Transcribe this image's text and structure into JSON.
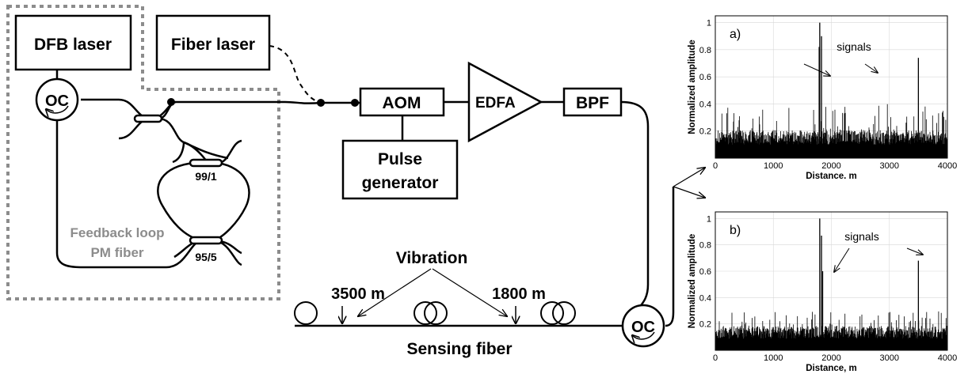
{
  "labels": {
    "dfb_laser": "DFB laser",
    "fiber_laser": "Fiber laser",
    "oc": "OC",
    "aom": "AOM",
    "edfa": "EDFA",
    "bpf": "BPF",
    "pulse_generator_line1": "Pulse",
    "pulse_generator_line2": "generator",
    "coupler_99_1": "99/1",
    "coupler_95_5": "95/5",
    "feedback_line1": "Feedback loop",
    "feedback_line2": "PM fiber",
    "vibration": "Vibration",
    "pos_3500": "3500 m",
    "pos_1800": "1800 m",
    "sensing_fiber": "Sensing  fiber"
  },
  "colors": {
    "line": "#000000",
    "dashed_box": "#8c8c8c",
    "feedback_text": "#8c8c8c",
    "grid": "#d8d8d8"
  },
  "chart_data": [
    {
      "type": "bar",
      "panel_label": "a)",
      "annotation": "signals",
      "xlabel": "Distance. m",
      "ylabel": "Normalized amplitude",
      "xlim": [
        0,
        4000
      ],
      "ylim": [
        0,
        1.05
      ],
      "xticks": [
        0,
        1000,
        2000,
        3000,
        4000
      ],
      "yticks": [
        0.2,
        0.4,
        0.6,
        0.8,
        1
      ],
      "grid": true,
      "noise_floor": 0.18,
      "noise_peak": 0.4,
      "peaks": [
        {
          "x": 1800,
          "y": 1.0
        },
        {
          "x": 1830,
          "y": 0.9
        },
        {
          "x": 1790,
          "y": 0.82
        },
        {
          "x": 3500,
          "y": 0.74
        }
      ]
    },
    {
      "type": "bar",
      "panel_label": "b)",
      "annotation": "signals",
      "xlabel": "Distance, m",
      "ylabel": "Normalized amplitude",
      "xlim": [
        0,
        4000
      ],
      "ylim": [
        0,
        1.05
      ],
      "xticks": [
        0,
        1000,
        2000,
        3000,
        4000
      ],
      "yticks": [
        0.2,
        0.4,
        0.6,
        0.8,
        1
      ],
      "grid": true,
      "noise_floor": 0.16,
      "noise_peak": 0.3,
      "peaks": [
        {
          "x": 1800,
          "y": 1.0
        },
        {
          "x": 1830,
          "y": 0.87
        },
        {
          "x": 1850,
          "y": 0.6
        },
        {
          "x": 3500,
          "y": 0.68
        }
      ]
    }
  ]
}
